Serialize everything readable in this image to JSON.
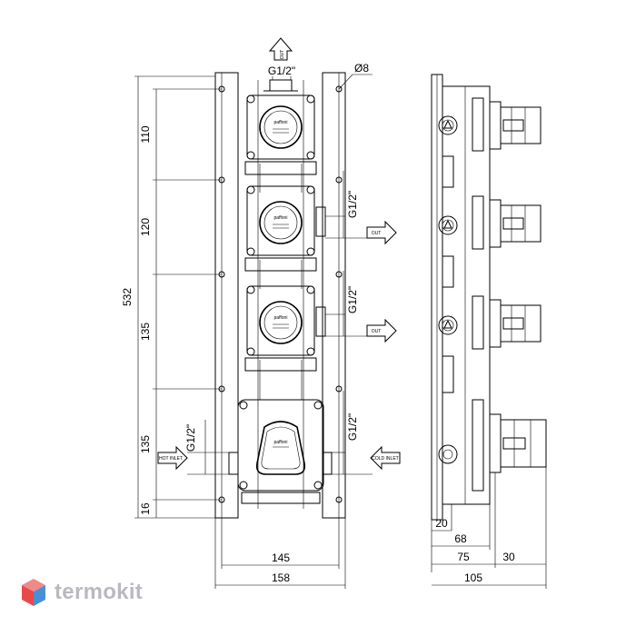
{
  "drawing": {
    "front_dims": {
      "total_height": "532",
      "spacing_1": "110",
      "spacing_2": "120",
      "spacing_3": "135",
      "spacing_4": "135",
      "bottom_offset": "16",
      "inner_width": "145",
      "outer_width": "158"
    },
    "thread_top": "G1/2\"",
    "hole_dia": "Ø8",
    "threads_right": [
      "G1/2\"",
      "G1/2\"",
      "G1/2\""
    ],
    "thread_left": "G1/2\"",
    "out_label_top": "OUT",
    "out_labels_right": [
      "OUT",
      "OUT"
    ],
    "hot_inlet_label": "HOT INLET",
    "cold_inlet_label": "COLD INLET",
    "brand_mark": "paffoni",
    "side_dims": {
      "bottom_20": "20",
      "depth_68": "68",
      "depth_75": "75",
      "depth_30": "30",
      "total_105": "105"
    }
  },
  "watermark": {
    "text": "termokit",
    "colors": {
      "red": "#e84a4a",
      "blue": "#4a8fd6",
      "gray": "#b9b9bf"
    }
  }
}
